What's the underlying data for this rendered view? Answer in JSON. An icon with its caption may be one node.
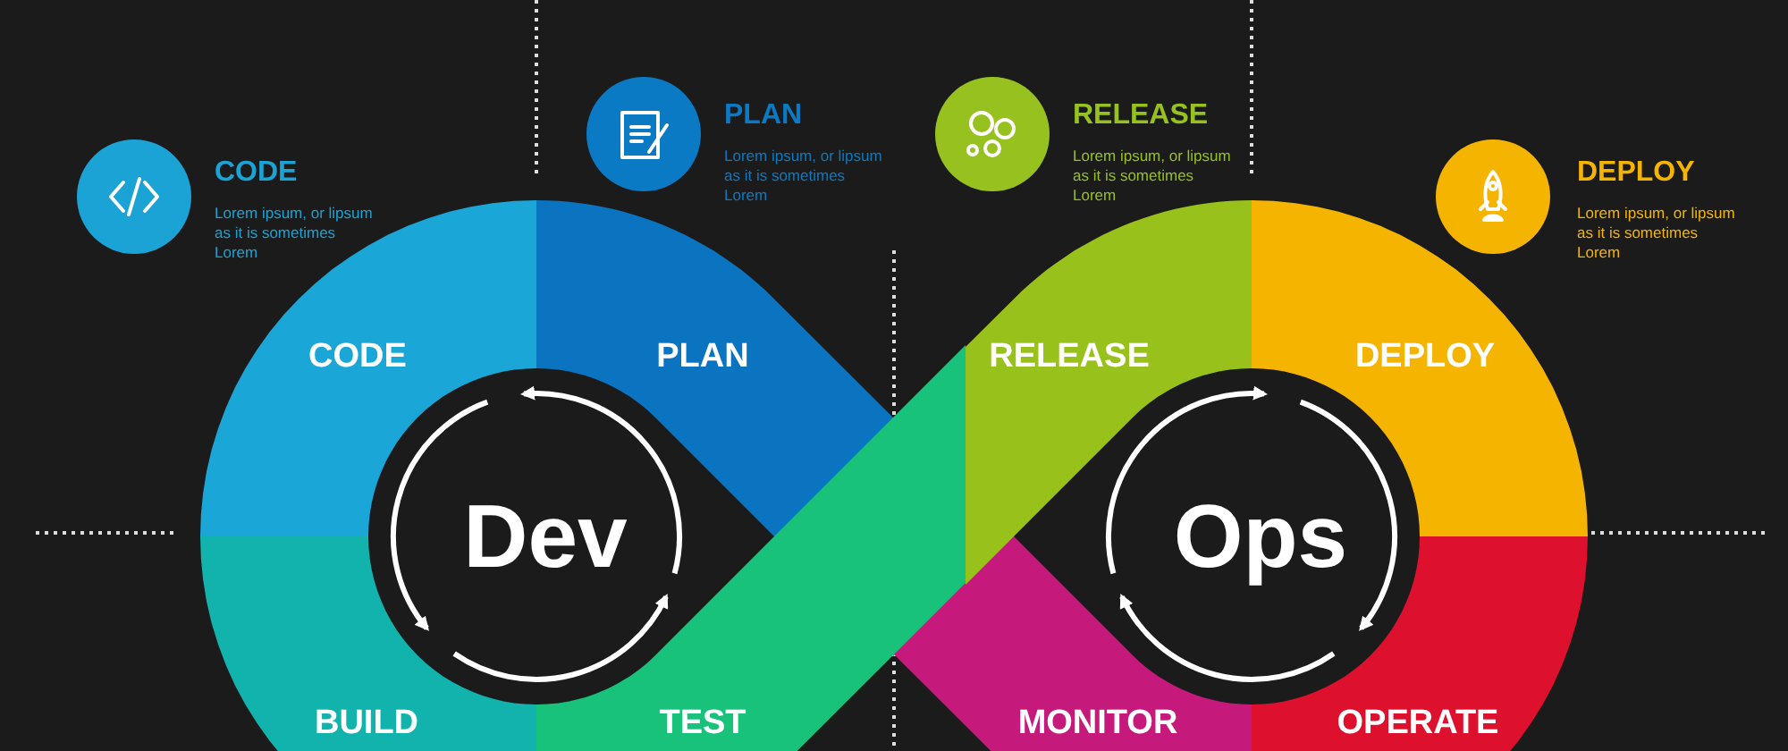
{
  "diagram": {
    "nodes": [
      {
        "text": [
          "CODE",
          "Lorem ipsum, or lipsum as it is sometimes Lorem"
        ]
      },
      {
        "text": [
          "PLAN",
          "Lorem ipsum, or lipsum as it is sometimes Lorem"
        ]
      },
      {
        "text": [
          "RELEASE",
          "Lorem ipsum, or lipsum as it is sometimes Lorem"
        ]
      },
      {
        "text": [
          "DEPLOY",
          "Lorem ipsum, or lipsum as it is sometimes Lorem"
        ]
      },
      {
        "text": [
          "CODE"
        ]
      },
      {
        "text": [
          "PLAN"
        ]
      },
      {
        "text": [
          "RELEASE"
        ]
      },
      {
        "text": [
          "DEPLOY"
        ]
      },
      {
        "text": [
          "BUILD"
        ]
      },
      {
        "text": [
          "TEST"
        ]
      },
      {
        "text": [
          "MONITOR"
        ]
      },
      {
        "text": [
          "OPERATE"
        ]
      }
    ],
    "edges": [],
    "labels": [
      "Dev",
      "Ops"
    ]
  }
}
